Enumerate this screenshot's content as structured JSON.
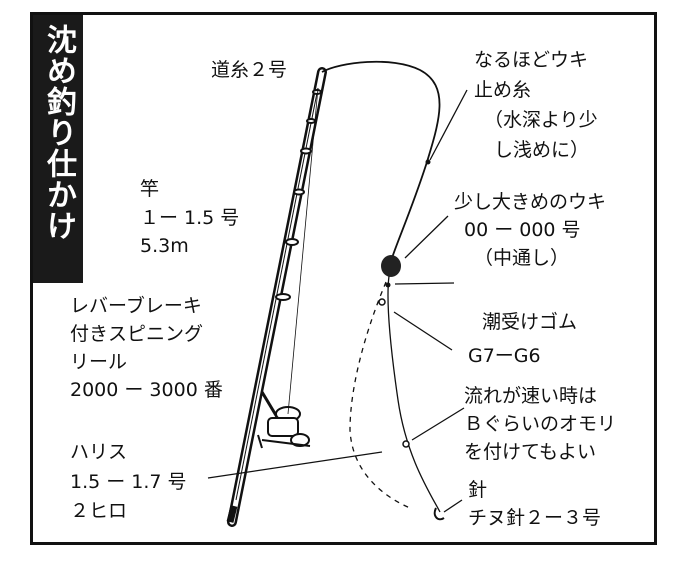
{
  "title": "沈め釣り仕かけ",
  "labels": {
    "michiito": "道糸２号",
    "uki_stop": [
      "なるほどウキ",
      "止め糸",
      "（水深より少",
      "し浅めに）"
    ],
    "sao": [
      "竿",
      "１ー 1.5 号",
      "5.3m"
    ],
    "float": [
      "少し大きめのウキ",
      "00 ー 000 号",
      "（中通し）"
    ],
    "reel": [
      "レバーブレーキ",
      "付きスピニング",
      "リール",
      "2000 ー 3000 番"
    ],
    "gomu": "潮受けゴム",
    "shot": "G7ーG6",
    "omori": [
      "流れが速い時は",
      "Ｂぐらいのオモリ",
      "を付けてもよい"
    ],
    "harisu": [
      "ハリス",
      "1.5 ー 1.7 号",
      "２ヒロ"
    ],
    "hari": [
      "針",
      "チヌ針２ー３号"
    ]
  },
  "colors": {
    "ink": "#111111",
    "title_bg": "#1a1a1a",
    "title_text": "#ffffff",
    "float": "#222222"
  }
}
